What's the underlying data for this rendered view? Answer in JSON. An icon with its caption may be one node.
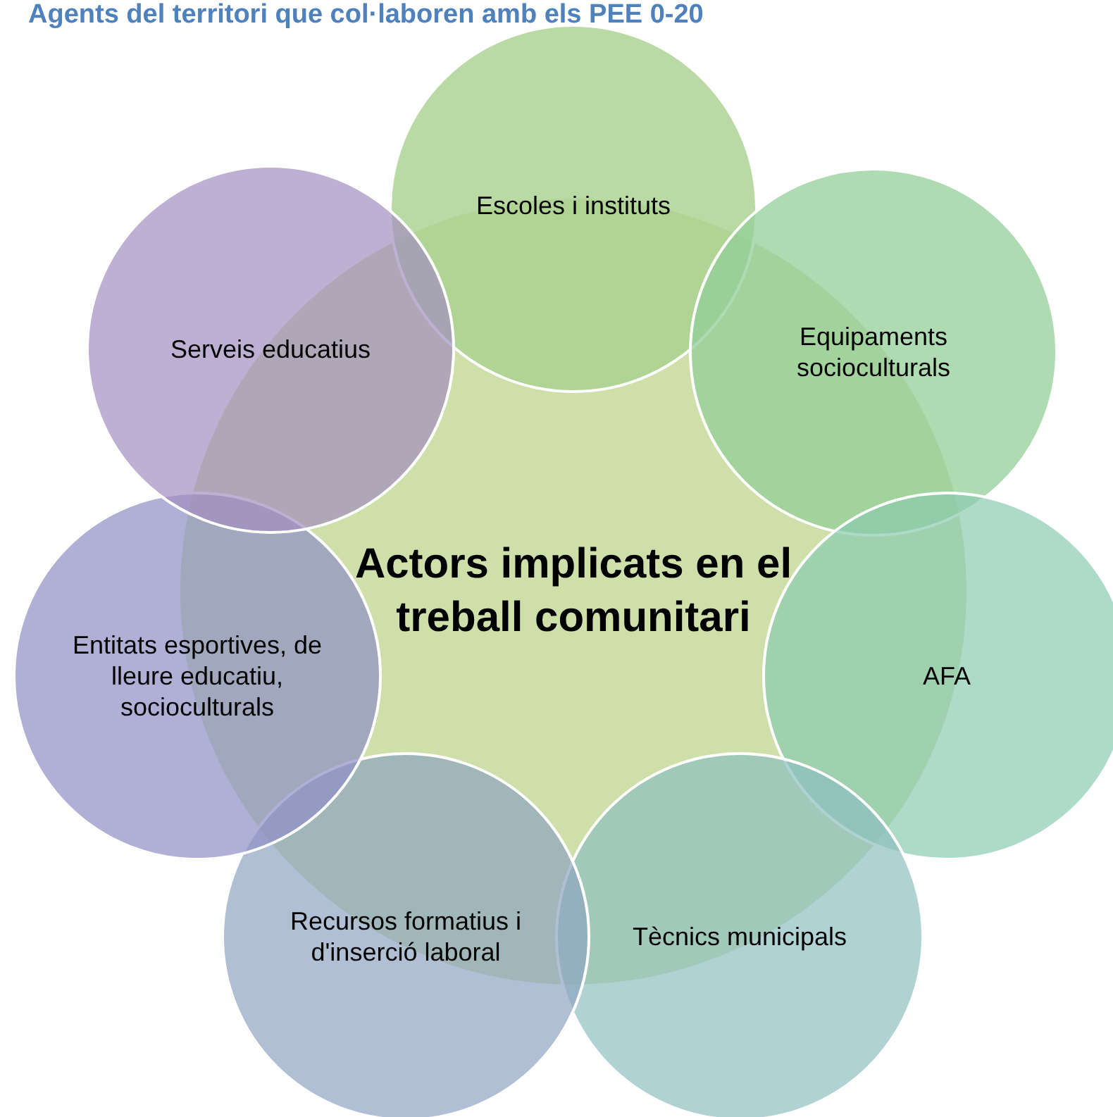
{
  "diagram": {
    "title": "Agents del territori que col·laboren amb els PEE 0-20",
    "nodes": [
      {
        "text": [
          "Actors implicats en el treball comunitari"
        ]
      },
      {
        "text": [
          "Escoles i instituts"
        ]
      },
      {
        "text": [
          "Equipaments socioculturals"
        ]
      },
      {
        "text": [
          "AFA"
        ]
      },
      {
        "text": [
          "Tècnics municipals"
        ]
      },
      {
        "text": [
          "Recursos formatius i d'inserció laboral"
        ]
      },
      {
        "text": [
          "Entitats esportives, de lleure educatiu, socioculturals"
        ]
      },
      {
        "text": [
          "Serveis educatius"
        ]
      }
    ],
    "edges": []
  }
}
